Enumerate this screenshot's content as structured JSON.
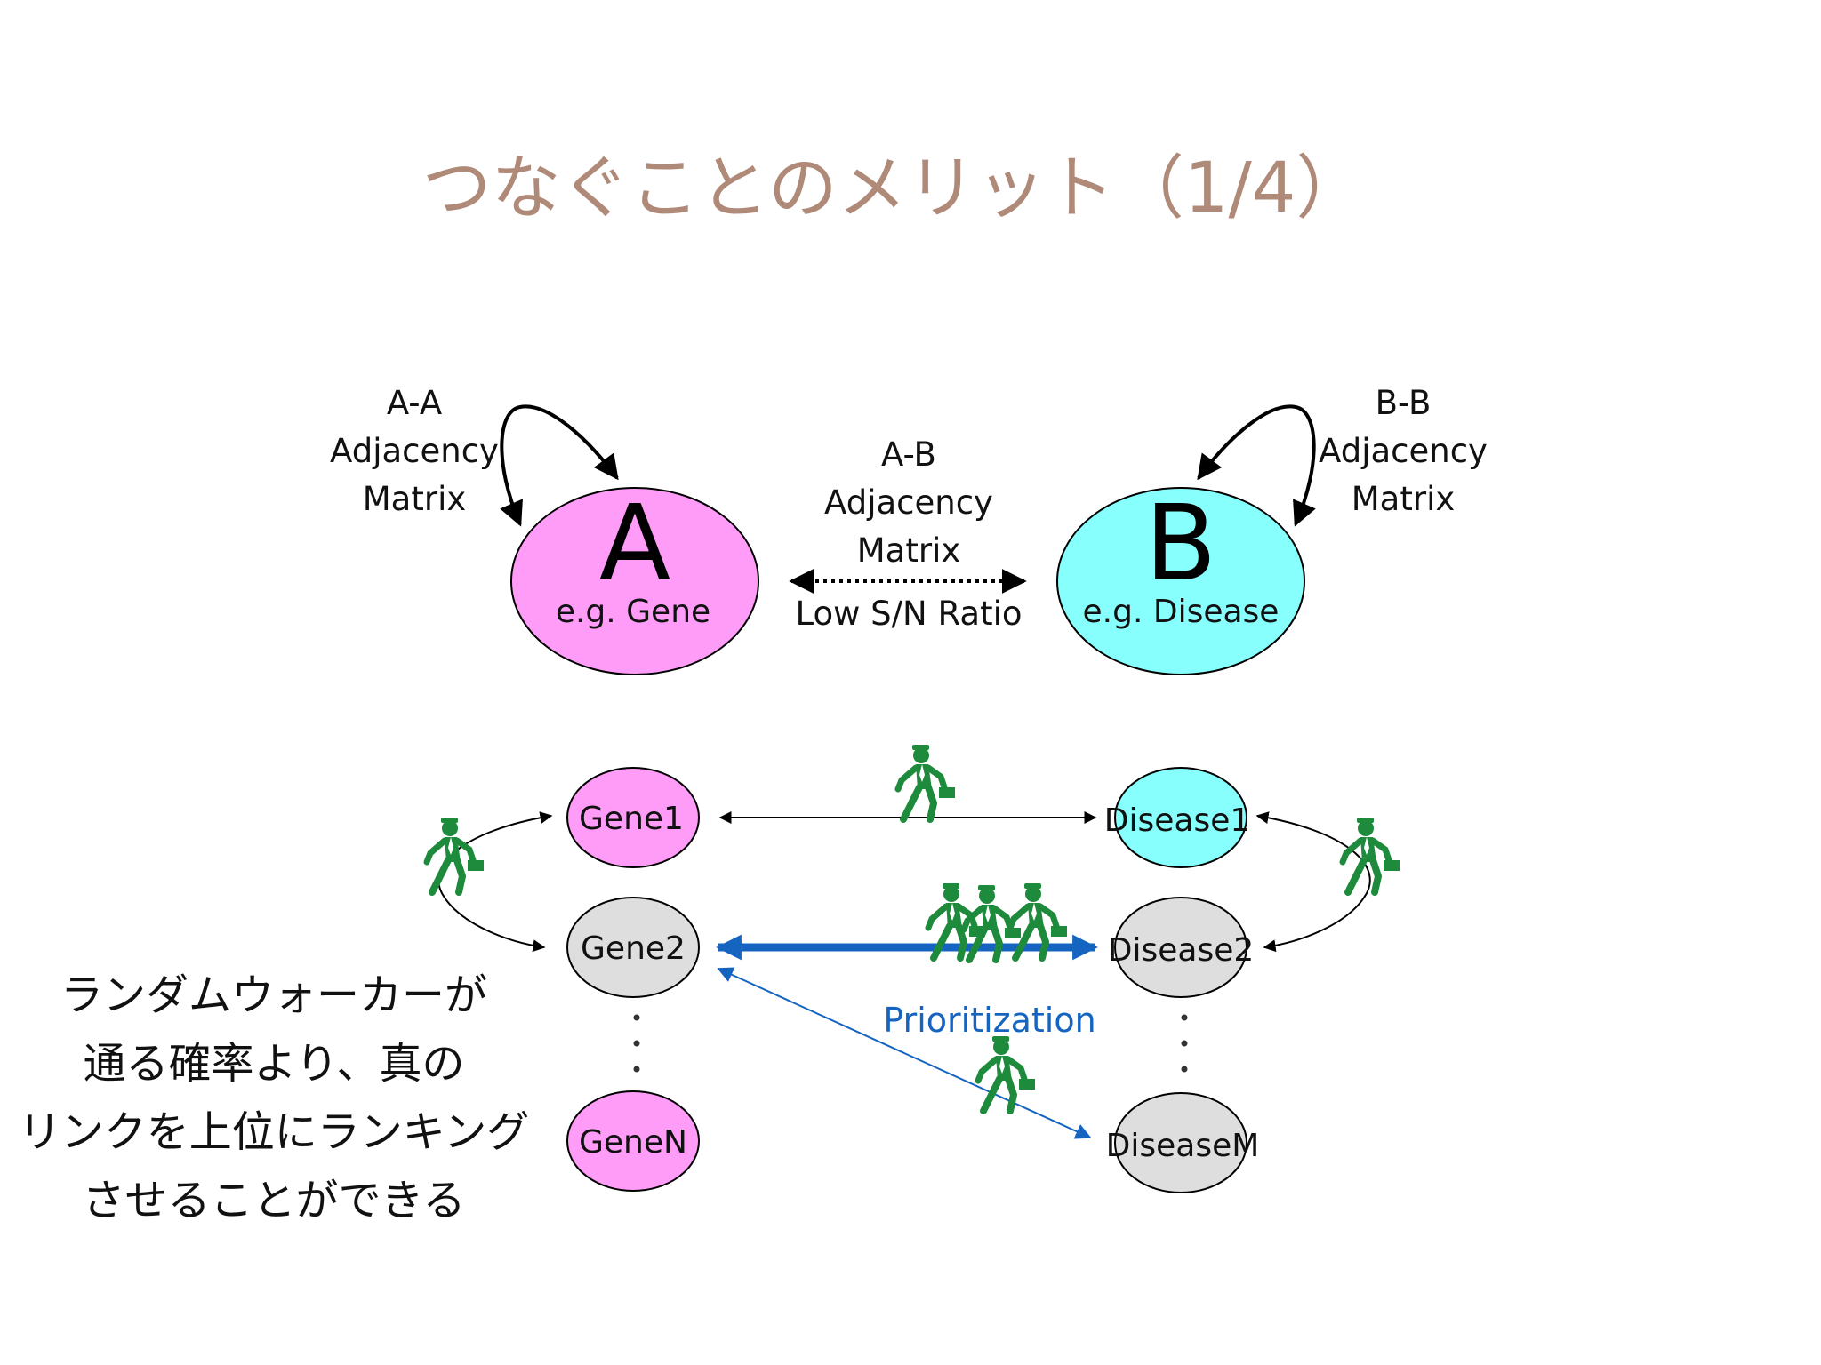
{
  "slide": {
    "title": "つなぐことのメリット（1/4）"
  },
  "colors": {
    "title": "#b08a78",
    "gene_fill": "#ff9cf8",
    "disease_fill": "#86fffd",
    "grey_fill": "#dedede",
    "prioritization_blue": "#1565c0",
    "walker_green": "#1e8a3c"
  },
  "top_diagram": {
    "aa_label": [
      "A-A",
      "Adjacency",
      "Matrix"
    ],
    "bb_label": [
      "B-B",
      "Adjacency",
      "Matrix"
    ],
    "ab_label": [
      "A-B",
      "Adjacency",
      "Matrix"
    ],
    "ab_note": "Low S/N Ratio",
    "node_a": {
      "letter": "A",
      "caption": "e.g. Gene"
    },
    "node_b": {
      "letter": "B",
      "caption": "e.g. Disease"
    }
  },
  "bottom_diagram": {
    "genes": [
      "Gene1",
      "Gene2",
      "GeneN"
    ],
    "diseases": [
      "Disease1",
      "Disease2",
      "DiseaseM"
    ],
    "prioritization_label": "Prioritization",
    "walker_icon": "random-walker-icon"
  },
  "explanation": [
    "ランダムウォーカーが",
    "通る確率より、真の",
    "リンクを上位にランキング",
    "させることができる"
  ]
}
